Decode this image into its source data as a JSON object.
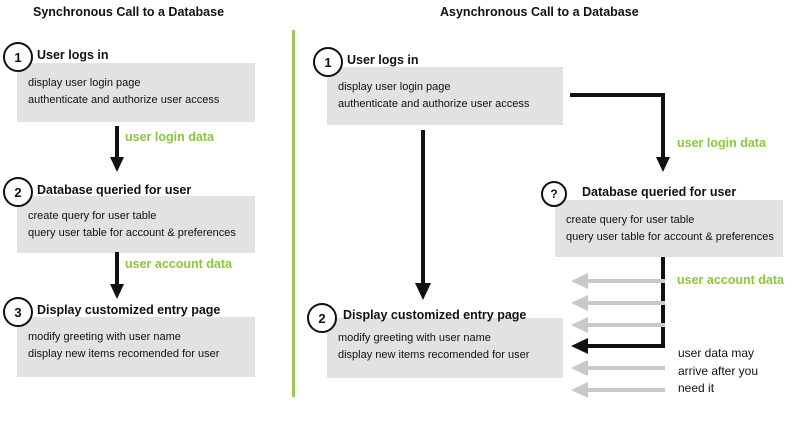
{
  "sync": {
    "title": "Synchronous Call to a Database",
    "steps": [
      {
        "num": "1",
        "title": "User logs in",
        "lines": [
          "display user login page",
          "authenticate and authorize user access"
        ]
      },
      {
        "num": "2",
        "title": "Database queried for user",
        "lines": [
          "create query for user table",
          "query user table for account & preferences"
        ]
      },
      {
        "num": "3",
        "title": "Display customized entry page",
        "lines": [
          "modify greeting with user name",
          "display new items recomended for user"
        ]
      }
    ],
    "flow_labels": [
      "user login data",
      "user account data"
    ]
  },
  "async": {
    "title": "Asynchronous Call to a Database",
    "steps": [
      {
        "num": "1",
        "title": "User logs in",
        "lines": [
          "display user login page",
          "authenticate and authorize user access"
        ]
      },
      {
        "num": "?",
        "title": "Database queried for user",
        "lines": [
          "create query for user table",
          "query user table for account & preferences"
        ]
      },
      {
        "num": "2",
        "title": "Display customized entry page",
        "lines": [
          "modify greeting with user name",
          "display new items recomended for user"
        ]
      }
    ],
    "flow_labels": [
      "user login data",
      "user account data"
    ],
    "note_lines": [
      "user data may",
      "arrive after you",
      "need it"
    ]
  },
  "colors": {
    "accent_green": "#8cc63f",
    "divider_green": "#9cc95c",
    "box_gray": "#e2e2e2",
    "arrow_gray": "#c9c9c9",
    "ink": "#111111"
  }
}
